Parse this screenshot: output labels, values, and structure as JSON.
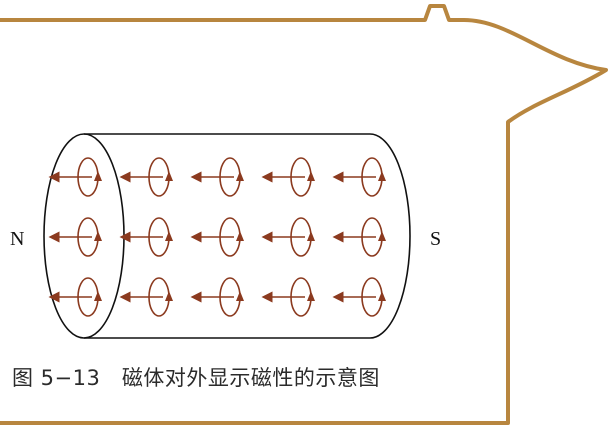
{
  "labels": {
    "north": "N",
    "south": "S"
  },
  "caption": "图 5−13   磁体对外显示磁性的示意图",
  "diagram": {
    "rows": 3,
    "columns": 5,
    "loop_rotation": "counterclockwise",
    "moment_direction": "toward N",
    "colors": {
      "frame": "#b8863f",
      "loops": "#8b3a1f",
      "outline": "#111111"
    }
  }
}
